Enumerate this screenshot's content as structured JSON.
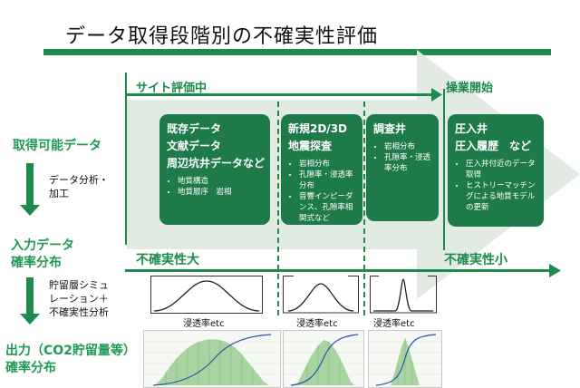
{
  "title": "データ取得段階別の不確実性評価",
  "left": {
    "acquirable_data": "取得可能データ",
    "step1": [
      "データ分析・",
      "加工"
    ],
    "input_data": [
      "入力データ",
      "確率分布"
    ],
    "step2": [
      "貯留層シミュ",
      "レーション＋",
      "不確実性分析"
    ],
    "output": [
      "出力（CO2貯留量等）",
      "確率分布"
    ]
  },
  "phases": {
    "site_evaluation": "サイト評価中",
    "operation_start": "操業開始"
  },
  "uncertainty": {
    "high": "不確実性大",
    "low": "不確実性小"
  },
  "boxes": [
    {
      "headings": [
        "既存データ",
        "文献データ",
        "周辺坑井データなど"
      ],
      "bullets": [
        "地質構造",
        "地質層序　岩相"
      ]
    },
    {
      "headings": [
        "新規2D/3D",
        "地震探査"
      ],
      "bullets": [
        "岩相分布",
        "孔隙率・浸透率分布",
        "音響インピーダンス、孔隙率相関式など"
      ]
    },
    {
      "headings": [
        "調査井"
      ],
      "bullets": [
        "岩相分布",
        "孔隙率・浸透率分布"
      ]
    },
    {
      "headings": [
        "圧入井",
        "圧入履歴　など"
      ],
      "bullets": [
        "圧入井付近のデータ取得",
        "ヒストリーマッチングによる地質モデルの更新"
      ]
    }
  ],
  "distribution_label": "浸透率etc",
  "colors": {
    "accent": "#1f8a4c",
    "box": "#1f7a4a",
    "label_green": "#1f9a54",
    "background_arrow": "#e2ebe2"
  }
}
